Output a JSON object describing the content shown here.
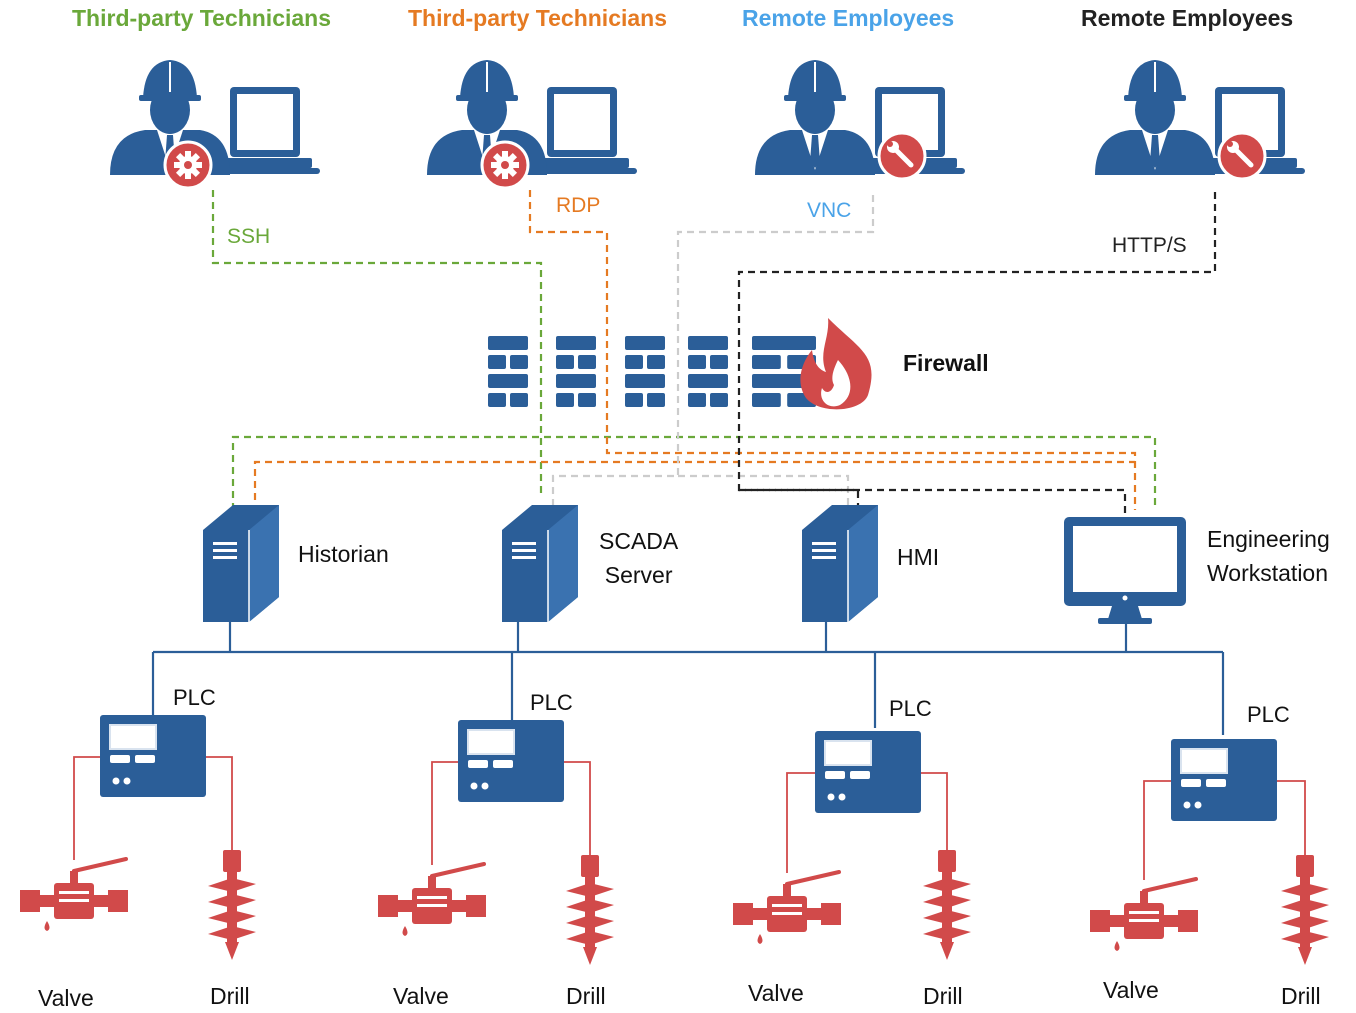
{
  "colors": {
    "blue": "#2b5e98",
    "red": "#d14a4a",
    "green": "#6aa83a",
    "orange": "#e57a22",
    "lightblue": "#4aa3e8",
    "grey": "#cccccc",
    "dark": "#222222"
  },
  "users": [
    {
      "title": "Third-party Technicians",
      "protocol": "SSH",
      "badge": "gear-icon",
      "color": "#6aa83a"
    },
    {
      "title": "Third-party Technicians",
      "protocol": "RDP",
      "badge": "gear-icon",
      "color": "#e57a22"
    },
    {
      "title": "Remote Employees",
      "protocol": "VNC",
      "badge": "wrench-icon",
      "color": "#4aa3e8"
    },
    {
      "title": "Remote Employees",
      "protocol": "HTTP/S",
      "badge": "wrench-icon",
      "color": "#222222"
    }
  ],
  "firewall": {
    "label": "Firewall",
    "icon": "firewall-icon"
  },
  "servers": [
    {
      "label": "Historian",
      "icon": "server-icon"
    },
    {
      "label": "SCADA\nServer",
      "icon": "server-icon"
    },
    {
      "label": "HMI",
      "icon": "server-icon"
    },
    {
      "label": "Engineering\nWorkstation",
      "icon": "monitor-icon"
    }
  ],
  "plcs": [
    {
      "label": "PLC",
      "devices": [
        {
          "label": "Valve",
          "icon": "valve-icon"
        },
        {
          "label": "Drill",
          "icon": "drill-icon"
        }
      ]
    },
    {
      "label": "PLC",
      "devices": [
        {
          "label": "Valve",
          "icon": "valve-icon"
        },
        {
          "label": "Drill",
          "icon": "drill-icon"
        }
      ]
    },
    {
      "label": "PLC",
      "devices": [
        {
          "label": "Valve",
          "icon": "valve-icon"
        },
        {
          "label": "Drill",
          "icon": "drill-icon"
        }
      ]
    },
    {
      "label": "PLC",
      "devices": [
        {
          "label": "Valve",
          "icon": "valve-icon"
        },
        {
          "label": "Drill",
          "icon": "drill-icon"
        }
      ]
    }
  ]
}
